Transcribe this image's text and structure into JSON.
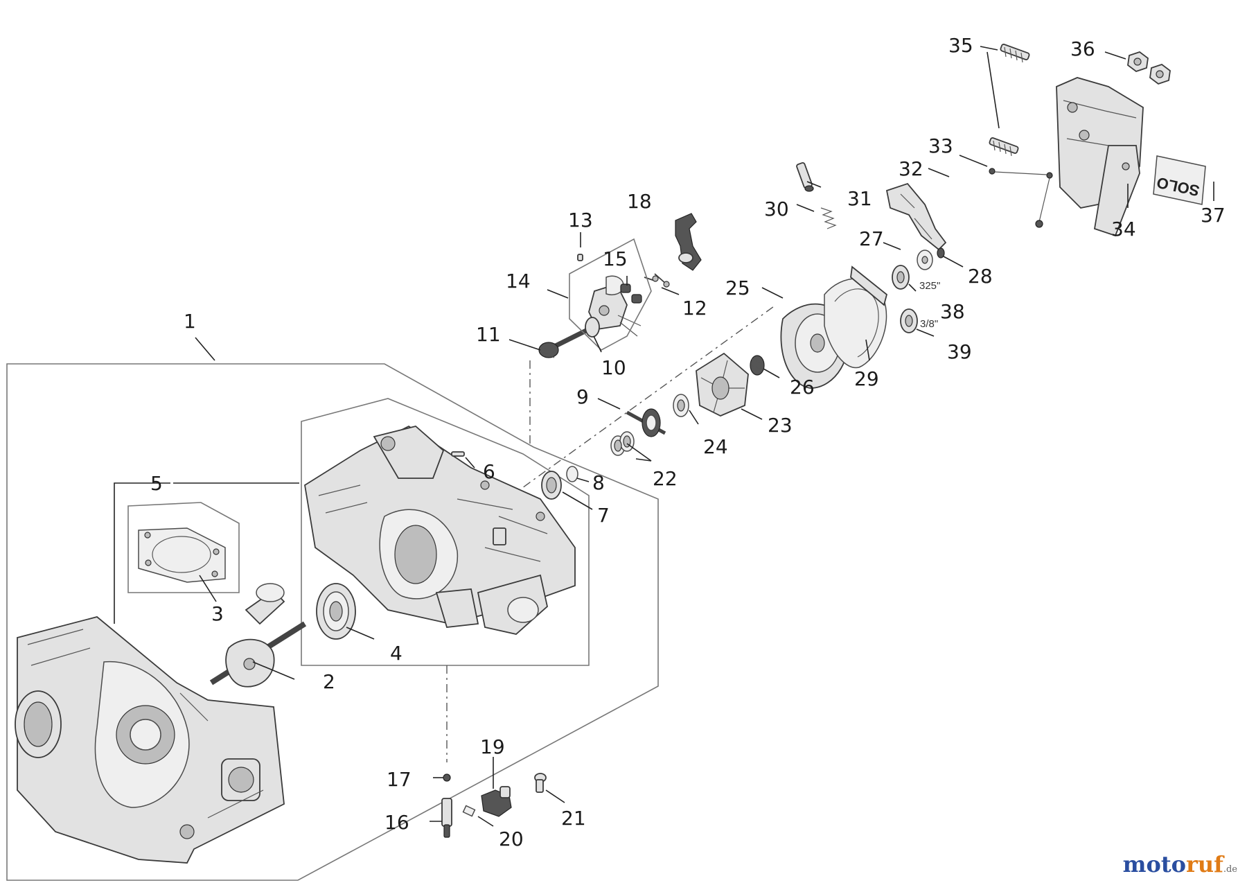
{
  "callouts": {
    "c1": "1",
    "c2": "2",
    "c3": "3",
    "c4": "4",
    "c5": "5",
    "c6": "6",
    "c7": "7",
    "c8": "8",
    "c9": "9",
    "c10": "10",
    "c11": "11",
    "c12": "12",
    "c13": "13",
    "c14": "14",
    "c15": "15",
    "c16": "16",
    "c17": "17",
    "c18": "18",
    "c19": "19",
    "c20": "20",
    "c21": "21",
    "c22": "22",
    "c23": "23",
    "c24": "24",
    "c25": "25",
    "c26": "26",
    "c27": "27",
    "c28": "28",
    "c29": "29",
    "c30": "30",
    "c31": "31",
    "c32": "32",
    "c33": "33",
    "c34": "34",
    "c35": "35",
    "c36": "36",
    "c37": "37",
    "c38": "38",
    "c39": "39"
  },
  "labels": {
    "pitch_325": "325\"",
    "pitch_38": "3/8\"",
    "badge_text": "SOLO"
  },
  "watermark": {
    "name_part1": "moto",
    "name_part2": "ruf",
    "suffix": ".de",
    "color1": "#2a4ea0",
    "color2": "#e07b16"
  }
}
